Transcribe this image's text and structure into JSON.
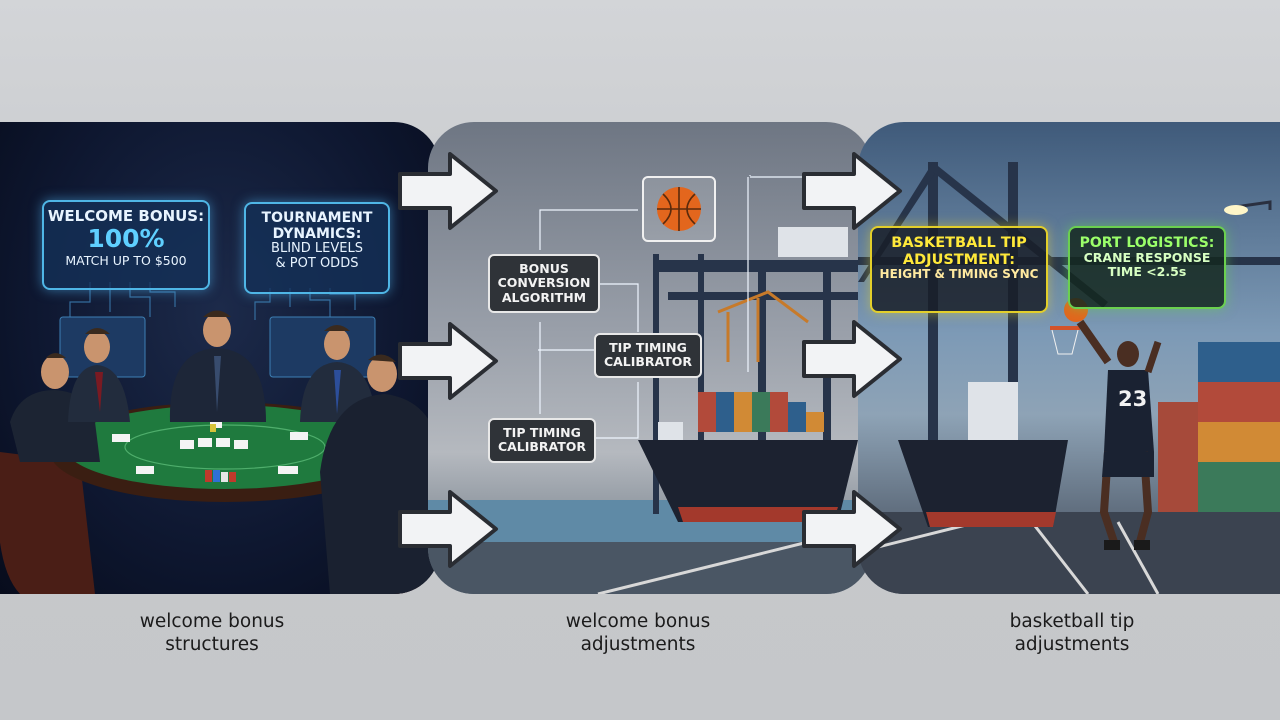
{
  "panel1": {
    "welcome_box": {
      "line1": "WELCOME BONUS:",
      "line2": "100%",
      "line3": "MATCH UP TO $500"
    },
    "tournament_box": {
      "line1": "TOURNAMENT",
      "line2": "DYNAMICS:",
      "line3": "BLIND LEVELS",
      "line4": "& POT ODDS"
    },
    "caption_line1": "welcome bonus",
    "caption_line2": "structures"
  },
  "panel2": {
    "box_bonus": {
      "line1": "BONUS",
      "line2": "CONVERSION",
      "line3": "ALGORITHM"
    },
    "box_tip1": {
      "line1": "TIP TIMING",
      "line2": "CALIBRATOR"
    },
    "box_tip2": {
      "line1": "TIP TIMING",
      "line2": "CALIBRATOR"
    },
    "caption_line1": "welcome bonus",
    "caption_line2": "adjustments"
  },
  "panel3": {
    "basketball_box": {
      "line1": "BASKETBALL TIP",
      "line2": "ADJUSTMENT:",
      "line3": "HEIGHT & TIMING SYNC"
    },
    "port_box": {
      "line1": "PORT LOGISTICS:",
      "line2": "CRANE RESPONSE",
      "line3": "TIME <2.5s"
    },
    "jersey_number": "23",
    "caption_line1": "basketball tip",
    "caption_line2": "adjustments"
  },
  "colors": {
    "neon_blue": "#4fb6e6",
    "neon_yellow": "#ffe93a",
    "neon_green": "#9bff6a",
    "table_green": "#1f7a3e"
  },
  "icons": [
    "right-arrow-icon",
    "basketball-icon",
    "poker-chip-icon",
    "playing-card-icon",
    "crane-icon",
    "ship-icon"
  ]
}
